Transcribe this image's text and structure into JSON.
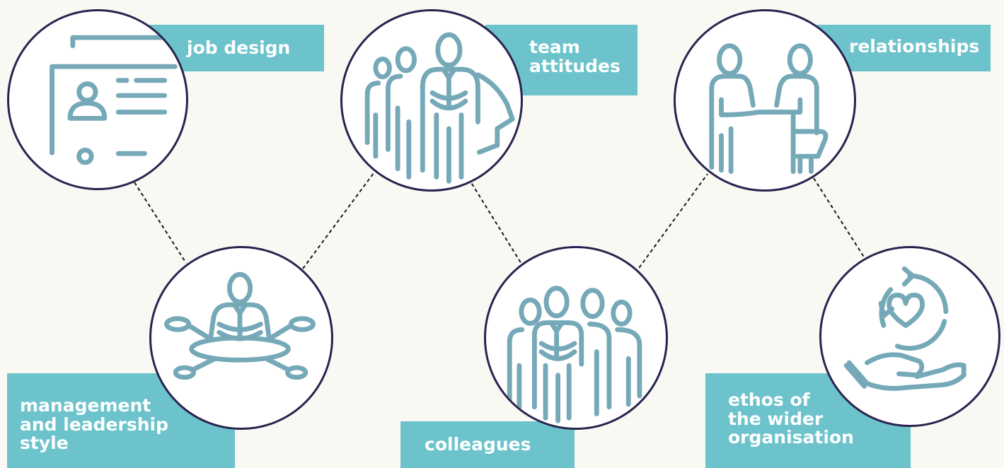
{
  "colors": {
    "background": "#f9f8f2",
    "label_fill": "#6cc3cb",
    "label_text": "#ffffff",
    "circle_border": "#2a2350",
    "icon_stroke": "#76a9b8",
    "connector": "#1a1a1a"
  },
  "nodes": [
    {
      "id": "job-design",
      "label": "job design",
      "icon": "id-card-icon"
    },
    {
      "id": "team-attitudes",
      "label": "team\nattitudes",
      "icon": "team-leader-icon"
    },
    {
      "id": "relationships",
      "label": "relationships",
      "icon": "handshake-icon"
    },
    {
      "id": "management",
      "label": "management\nand leadership\nstyle",
      "icon": "network-leader-icon"
    },
    {
      "id": "colleagues",
      "label": "colleagues",
      "icon": "group-icon"
    },
    {
      "id": "ethos",
      "label": "ethos of\nthe wider\norganisation",
      "icon": "heart-in-hand-icon"
    }
  ]
}
